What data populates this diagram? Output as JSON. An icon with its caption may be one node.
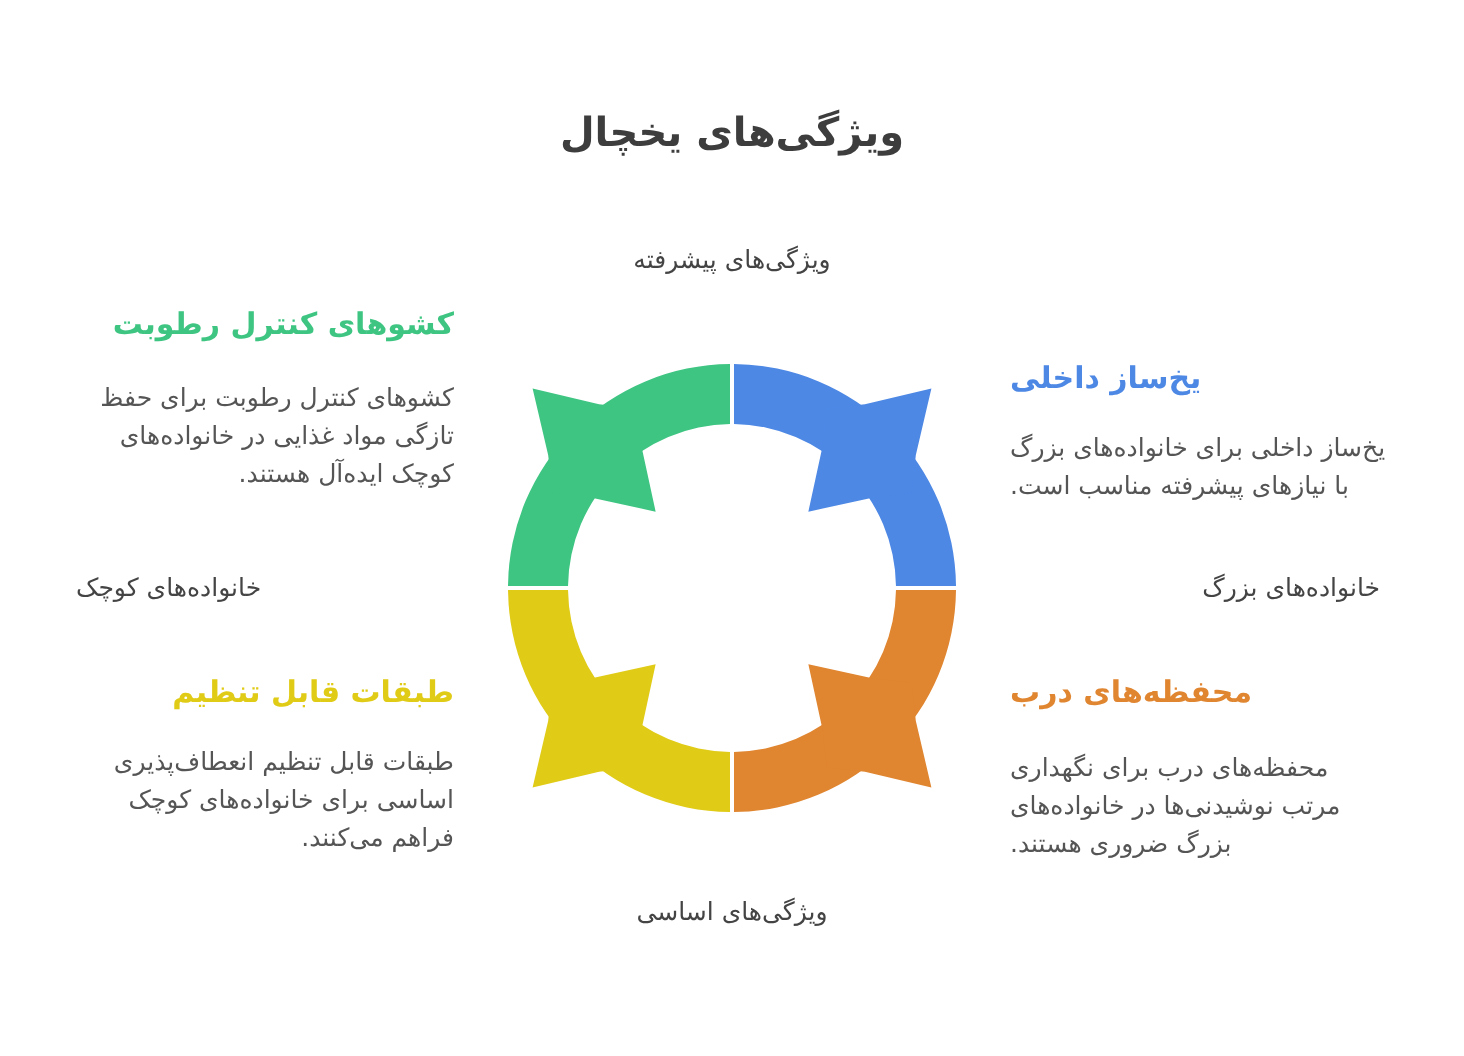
{
  "diagram": {
    "title": "ویژگی‌های یخچال",
    "nodes": [
      {
        "text": [],
        "shape": "arc",
        "beside": [
          "یخ‌ساز داخلی",
          "یخ‌ساز داخلی برای خانواده‌های بزرگ با نیازهای پیشرفته مناسب است."
        ]
      },
      {
        "text": [],
        "shape": "arc",
        "beside": [
          "کشوهای کنترل رطوبت",
          "کشوهای کنترل رطوبت برای حفظ تازگی مواد غذایی در خانواده‌های کوچک ایده‌آل هستند."
        ]
      },
      {
        "text": [],
        "shape": "arc",
        "beside": [
          "محفظه‌های درب",
          "محفظه‌های درب برای نگهداری مرتب نوشیدنی‌ها در خانواده‌های بزرگ ضروری هستند."
        ]
      },
      {
        "text": [],
        "shape": "arc",
        "beside": [
          "طبقات قابل تنظیم",
          "طبقات قابل تنظیم انعطاف‌پذیری اساسی برای خانواده‌های کوچک فراهم می‌کنند."
        ]
      }
    ],
    "labels": [
      "ویژگی‌های پیشرفته",
      "خانواده‌های بزرگ",
      "خانواده‌های کوچک",
      "ویژگی‌های اساسی"
    ]
  }
}
